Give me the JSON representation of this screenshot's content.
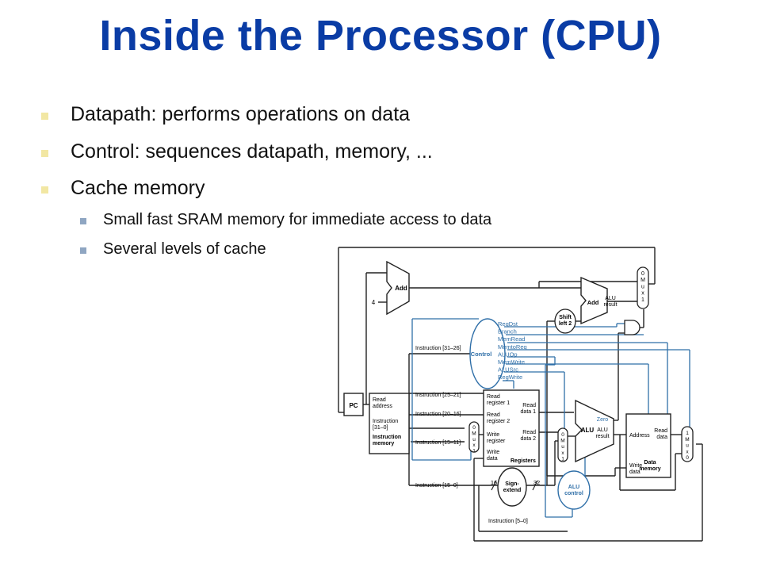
{
  "slide": {
    "title": "Inside the Processor (CPU)",
    "bullets": [
      "Datapath: performs operations on data",
      "Control: sequences datapath, memory, ...",
      "Cache memory"
    ],
    "sub_bullets": [
      "Small fast SRAM memory for immediate access to data",
      "Several levels of cache"
    ]
  },
  "diagram": {
    "blocks": {
      "pc": "PC",
      "add1": "Add",
      "add2": "Add",
      "alu_result2": "ALU\nresult",
      "shift": "Shift\nleft 2",
      "control": "Control",
      "read_address": "Read\naddress",
      "instruction_031": "Instruction\n[31–0]",
      "instruction_memory": "Instruction\nmemory",
      "read_register1": "Read\nregister 1",
      "read_register2": "Read\nregister 2",
      "write_register": "Write\nregister",
      "write_data": "Write\ndata",
      "registers": "Registers",
      "read_data1": "Read\ndata 1",
      "read_data2": "Read\ndata 2",
      "alu": "ALU",
      "zero": "Zero",
      "alu_result": "ALU\nresult",
      "address": "Address",
      "read_data": "Read\ndata",
      "dm_write_data": "Write\ndata",
      "data_memory": "Data\nmemory",
      "sign_extend": "Sign-\nextend",
      "alu_control": "ALU\ncontrol",
      "mux_top": [
        "0",
        "M",
        "u",
        "x",
        "1"
      ],
      "mux_reg": [
        "0",
        "M",
        "u",
        "x",
        "1"
      ],
      "mux_alu": [
        "0",
        "M",
        "u",
        "x",
        "1"
      ],
      "mux_mem": [
        "1",
        "M",
        "u",
        "x",
        "0"
      ]
    },
    "signals": [
      "RegDst",
      "Branch",
      "MemRead",
      "MemtoReg",
      "ALUOp",
      "MemWrite",
      "ALUSrc",
      "RegWrite"
    ],
    "wire_labels": {
      "four": "4",
      "instr_31_26": "Instruction [31–26]",
      "instr_25_21": "Instruction [25–21]",
      "instr_20_16": "Instruction [20–16]",
      "instr_15_11": "Instruction [15–11]",
      "instr_15_0": "Instruction [15–0]",
      "instr_5_0": "Instruction [5–0]",
      "bits16": "16",
      "bits32": "32"
    },
    "colors": {
      "control_blue": "#2f6fa8",
      "wire": "#222222",
      "title": "#0a3ca5"
    }
  }
}
